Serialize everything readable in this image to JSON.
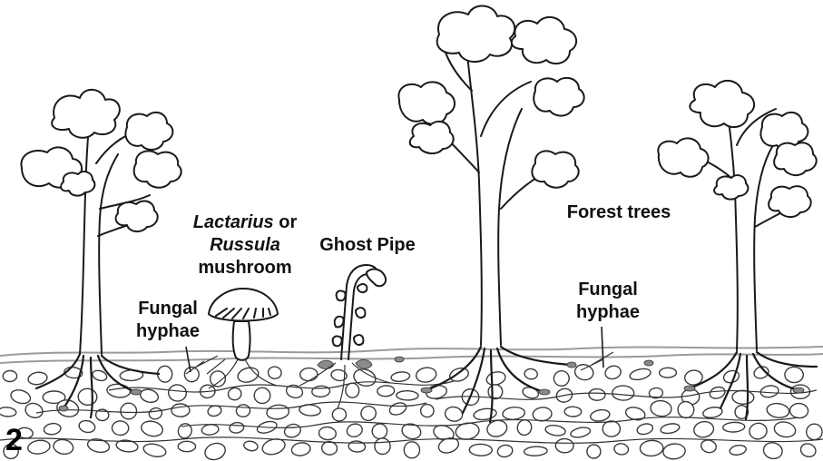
{
  "labels": {
    "lactarius_line1_italic": "Lactarius",
    "lactarius_line1_rest": " or",
    "lactarius_line2": "Russula",
    "lactarius_line3": "mushroom",
    "ghost_pipe": "Ghost Pipe",
    "forest_trees": "Forest trees",
    "fungal_hyphae_left_1": "Fungal",
    "fungal_hyphae_left_2": "hyphae",
    "fungal_hyphae_right_1": "Fungal",
    "fungal_hyphae_right_2": "hyphae"
  },
  "panel_number": "2"
}
